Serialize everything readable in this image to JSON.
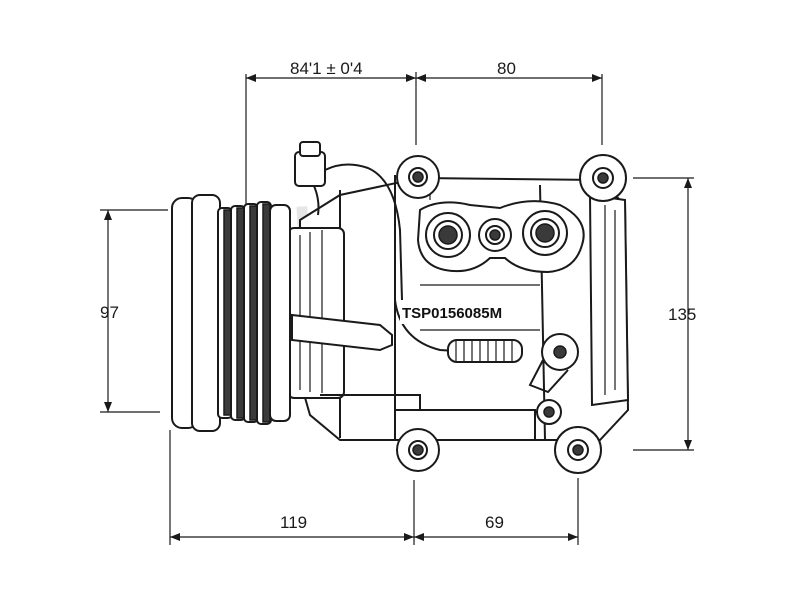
{
  "watermark": "Valeo",
  "part_label": "TSP0156085M",
  "dimensions": {
    "top_left": "84'1 ± 0'4",
    "top_right": "80",
    "left_height": "97",
    "right_height": "135",
    "bottom_left": "119",
    "bottom_right": "69"
  }
}
